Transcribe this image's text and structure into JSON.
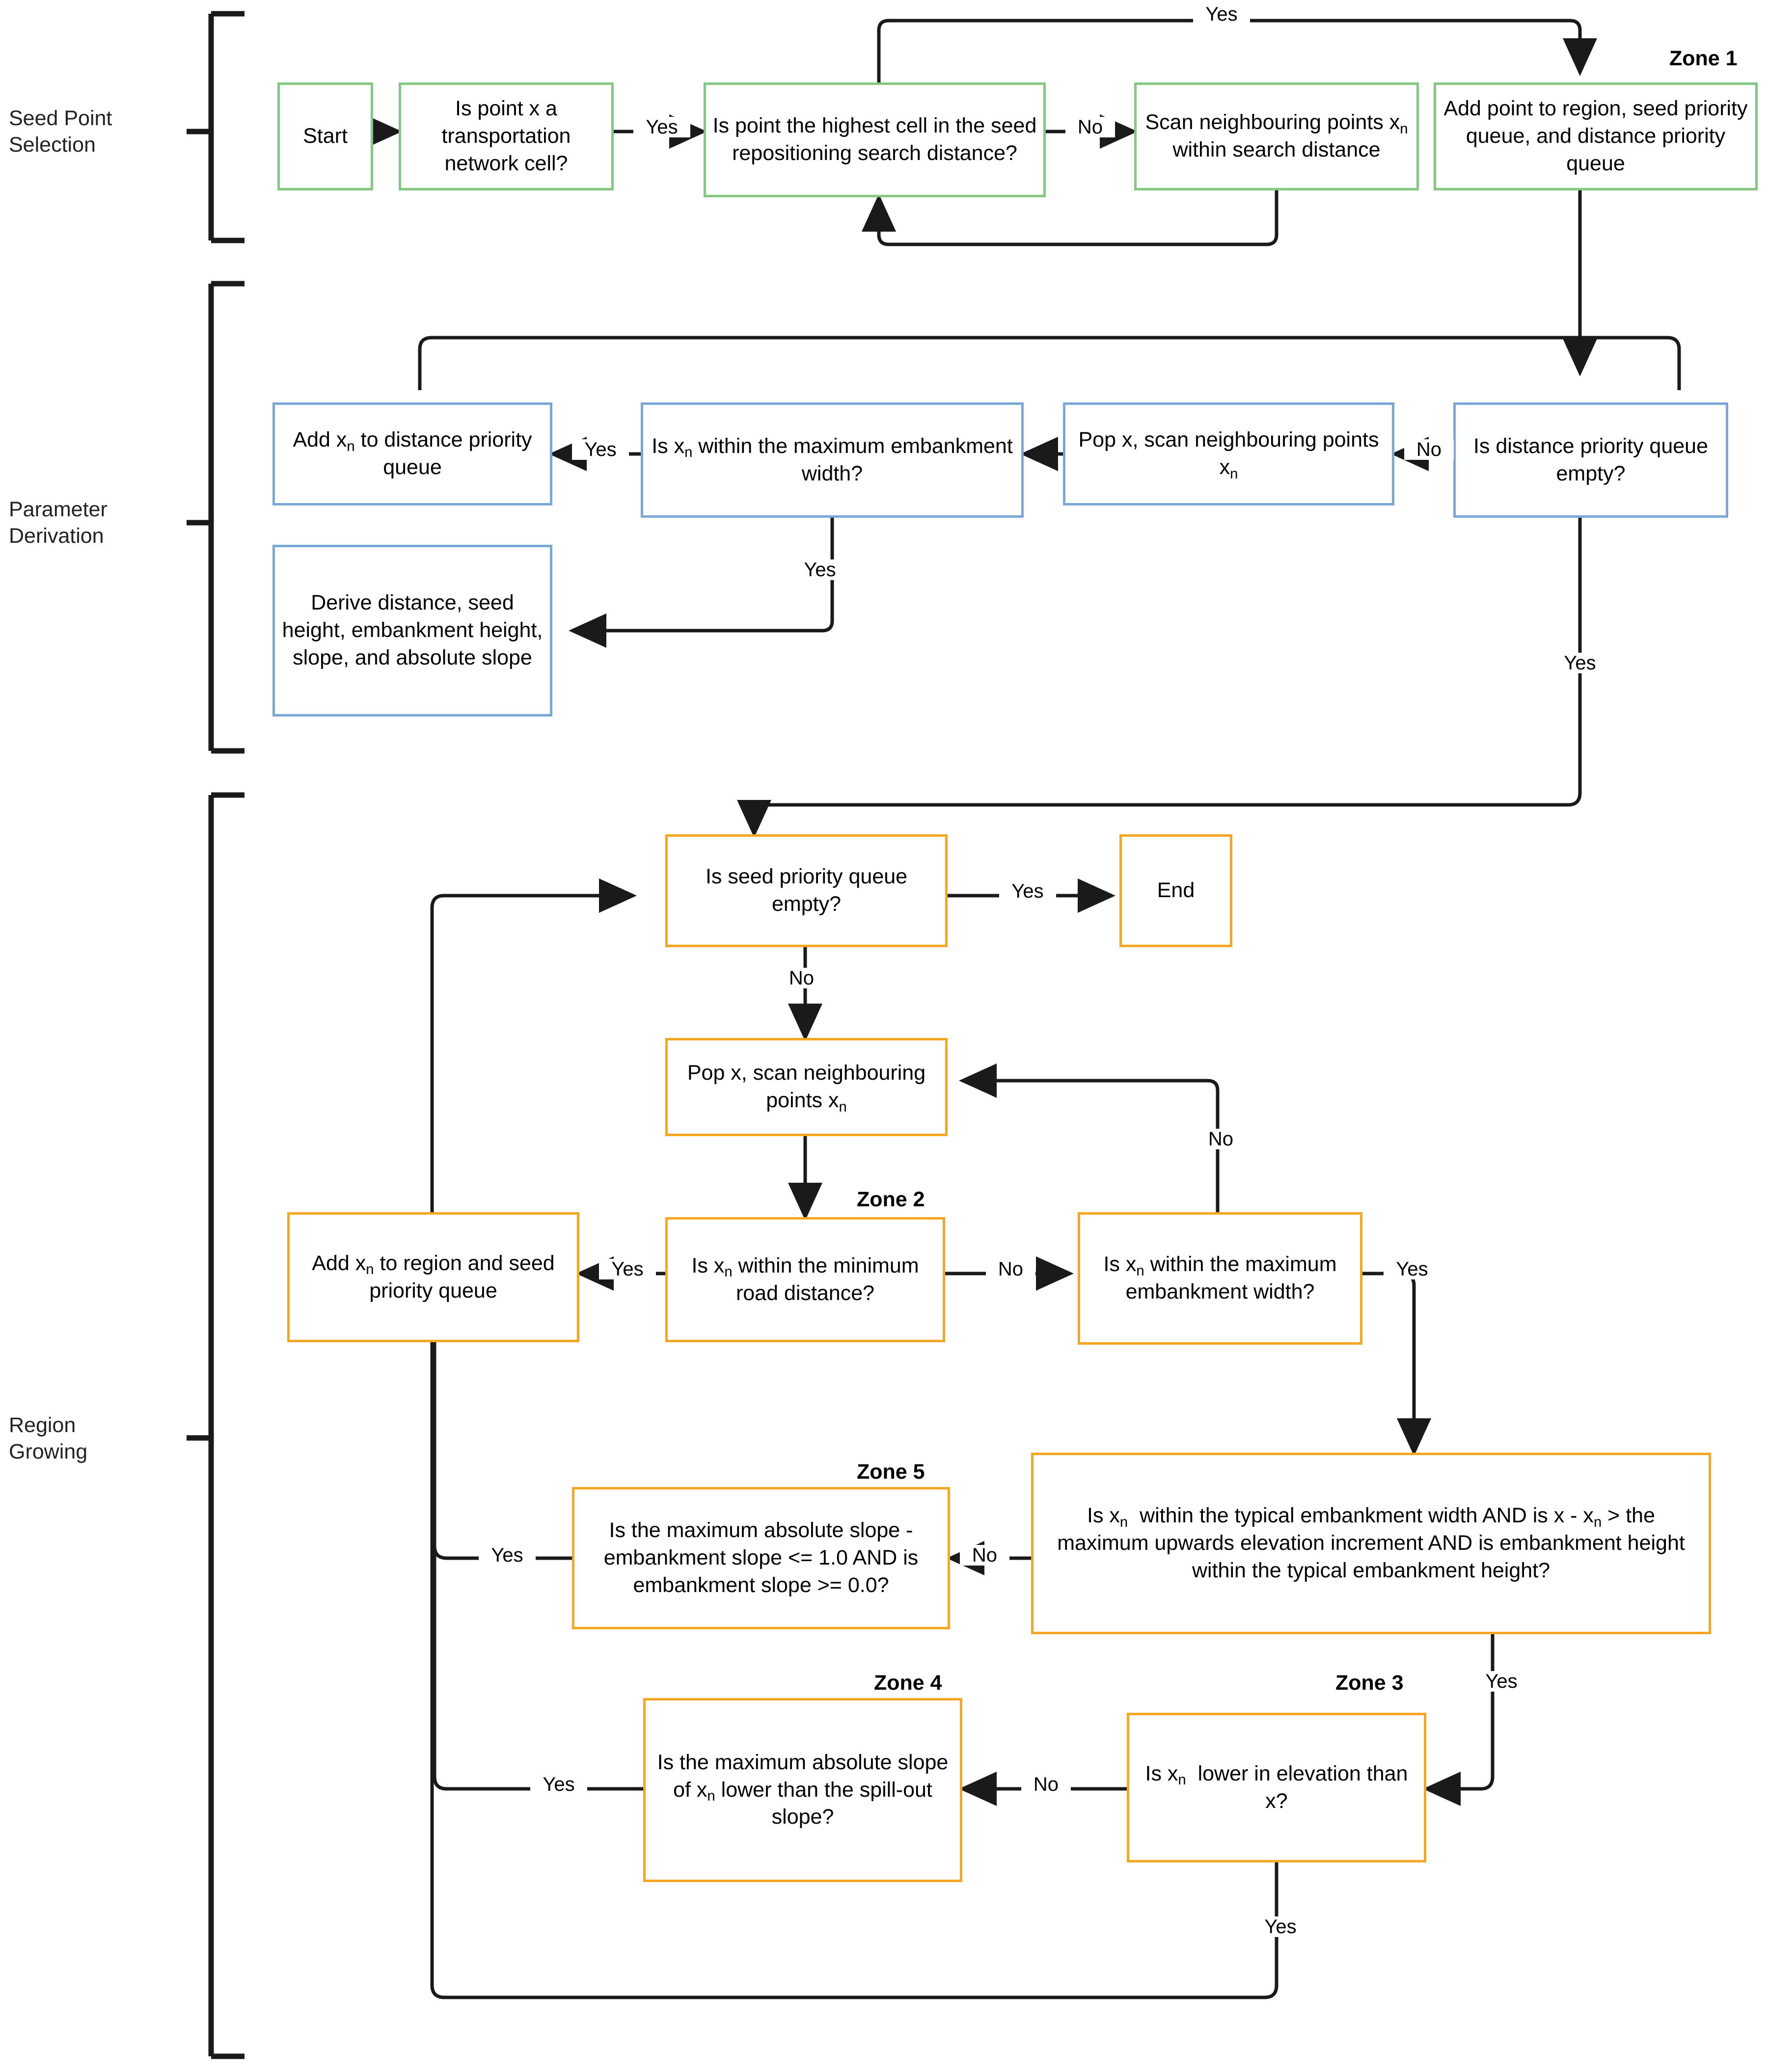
{
  "diagram": {
    "title": "Road embankment extraction algorithm flowchart",
    "colors": {
      "seed_point_selection": "#82C882",
      "parameter_derivation": "#7BA7D7",
      "region_growing": "#F5A623",
      "connector": "#1a1a1a",
      "background": "#ffffff"
    }
  },
  "phases": [
    {
      "id": "seed-point-selection",
      "label": "Seed Point\nSelection",
      "line1": "Seed Point",
      "line2": "Selection"
    },
    {
      "id": "parameter-derivation",
      "label": "Parameter\nDerivation",
      "line1": "Parameter",
      "line2": "Derivation"
    },
    {
      "id": "region-growing",
      "label": "Region\nGrowing",
      "line1": "Region",
      "line2": "Growing"
    }
  ],
  "zone_labels": [
    {
      "id": "zone-1",
      "text": "Zone 1"
    },
    {
      "id": "zone-2",
      "text": "Zone 2"
    },
    {
      "id": "zone-3",
      "text": "Zone 3"
    },
    {
      "id": "zone-4",
      "text": "Zone 4"
    },
    {
      "id": "zone-5",
      "text": "Zone 5"
    }
  ],
  "nodes": {
    "start": {
      "text": "Start",
      "phase": "seed-point-selection"
    },
    "is_transport": {
      "text": "Is point x a transportation network cell?",
      "phase": "seed-point-selection"
    },
    "is_highest": {
      "text": "Is point the highest cell in the seed repositioning search distance?",
      "phase": "seed-point-selection"
    },
    "scan_neigh_sd": {
      "html": "Scan neighbouring points x<sub>n</sub> within search distance",
      "phase": "seed-point-selection"
    },
    "add_point": {
      "text": "Add point to region, seed priority queue, and distance priority queue",
      "phase": "seed-point-selection"
    },
    "add_xn_dist": {
      "html": "Add x<sub>n</sub> to distance priority queue",
      "phase": "parameter-derivation"
    },
    "is_xn_max_emb": {
      "html": "Is x<sub>n</sub> within the maximum embankment width?",
      "phase": "parameter-derivation"
    },
    "pop_scan_pd": {
      "html": "Pop x, scan neighbouring points x<sub>n</sub>",
      "phase": "parameter-derivation"
    },
    "is_dist_empty": {
      "text": "Is distance priority queue empty?",
      "phase": "parameter-derivation"
    },
    "derive": {
      "text": "Derive distance, seed height, embankment height, slope, and absolute slope",
      "phase": "parameter-derivation"
    },
    "is_seed_empty": {
      "text": "Is seed priority queue empty?",
      "phase": "region-growing"
    },
    "end": {
      "text": "End",
      "phase": "region-growing"
    },
    "pop_scan_rg": {
      "html": "Pop x, scan neighbouring points x<sub>n</sub>",
      "phase": "region-growing"
    },
    "add_xn_region": {
      "html": "Add x<sub>n</sub> to region and seed priority queue",
      "phase": "region-growing"
    },
    "zone2_min_road": {
      "html": "Is x<sub>n</sub> within the minimum road distance?",
      "phase": "region-growing",
      "zone": "Zone 2"
    },
    "max_emb_width": {
      "html": "Is x<sub>n</sub> within the maximum embankment width?",
      "phase": "region-growing"
    },
    "zone5_slope": {
      "text": "Is the maximum absolute slope - embankment slope <= 1.0 AND is embankment slope >= 0.0?",
      "phase": "region-growing",
      "zone": "Zone 5"
    },
    "typical_emb": {
      "html": "Is x<sub>n</sub>&nbsp; within the typical embankment width AND is x - x<sub>n</sub> &gt; the maximum upwards elevation increment AND is embankment height within the typical embankment height?",
      "phase": "region-growing"
    },
    "zone4_spill": {
      "html": "Is the maximum absolute slope of x<sub>n</sub> lower than the spill-out slope?",
      "phase": "region-growing",
      "zone": "Zone 4"
    },
    "zone3_lower": {
      "html": "Is x<sub>n</sub>&nbsp; lower in elevation than x?",
      "phase": "region-growing",
      "zone": "Zone 3"
    }
  },
  "edge_labels": [
    {
      "id": "e1",
      "text": "Yes",
      "from": "is_transport",
      "to": "is_highest"
    },
    {
      "id": "e2",
      "text": "No",
      "from": "is_highest",
      "to": "scan_neigh_sd"
    },
    {
      "id": "e3",
      "text": "Yes",
      "from": "is_highest",
      "to": "add_point"
    },
    {
      "id": "e4",
      "text": "No",
      "from": "is_dist_empty",
      "to": "pop_scan_pd"
    },
    {
      "id": "e5",
      "text": "Yes",
      "from": "is_xn_max_emb",
      "to": "add_xn_dist"
    },
    {
      "id": "e6",
      "text": "Yes",
      "from": "is_xn_max_emb",
      "to": "derive"
    },
    {
      "id": "e7",
      "text": "Yes",
      "from": "is_dist_empty",
      "to": "is_seed_empty"
    },
    {
      "id": "e8",
      "text": "Yes",
      "from": "is_seed_empty",
      "to": "end"
    },
    {
      "id": "e9",
      "text": "No",
      "from": "is_seed_empty",
      "to": "pop_scan_rg"
    },
    {
      "id": "e10",
      "text": "Yes",
      "from": "zone2_min_road",
      "to": "add_xn_region"
    },
    {
      "id": "e11",
      "text": "No",
      "from": "zone2_min_road",
      "to": "max_emb_width"
    },
    {
      "id": "e12",
      "text": "No",
      "from": "max_emb_width",
      "to": "pop_scan_rg"
    },
    {
      "id": "e13",
      "text": "Yes",
      "from": "max_emb_width",
      "to": "typical_emb"
    },
    {
      "id": "e14",
      "text": "No",
      "from": "typical_emb",
      "to": "zone5_slope"
    },
    {
      "id": "e15",
      "text": "Yes",
      "from": "zone5_slope",
      "to": "add_xn_region"
    },
    {
      "id": "e16",
      "text": "Yes",
      "from": "typical_emb",
      "to": "zone3_lower"
    },
    {
      "id": "e17",
      "text": "No",
      "from": "zone3_lower",
      "to": "zone4_spill"
    },
    {
      "id": "e18",
      "text": "Yes",
      "from": "zone4_spill",
      "to": "add_xn_region"
    },
    {
      "id": "e19",
      "text": "Yes",
      "from": "zone3_lower",
      "to": "is_seed_empty"
    }
  ]
}
